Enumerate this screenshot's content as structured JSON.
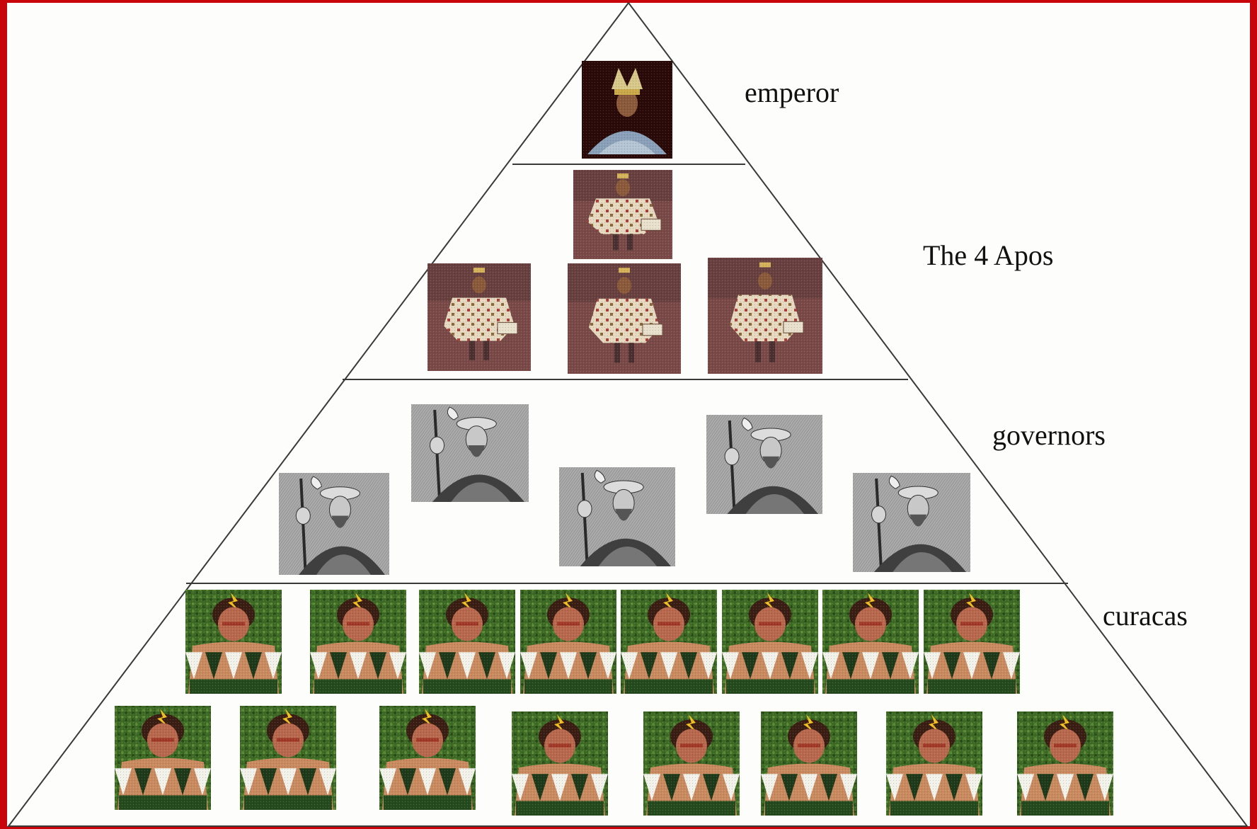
{
  "colors": {
    "frame": "#c8050a",
    "background": "#fdfdfb",
    "pyramid_line": "#3a3a3a",
    "emperor_bg": "#2a0a08",
    "apo_bg": "#7a4a48",
    "governor_bg": "#9a9a9a",
    "curaca_bg": "#3f6a25"
  },
  "levels": [
    {
      "id": "emperor",
      "label": "emperor",
      "portrait": "inca-emperor",
      "count": 1
    },
    {
      "id": "apos",
      "label": "The 4 Apos",
      "portrait": "apo-noble",
      "count": 4
    },
    {
      "id": "governors",
      "label": "governors",
      "portrait": "spanish-governor-engraving",
      "count": 5
    },
    {
      "id": "curacas",
      "label": "curacas",
      "portrait": "curaca-chief",
      "count": 16
    }
  ]
}
